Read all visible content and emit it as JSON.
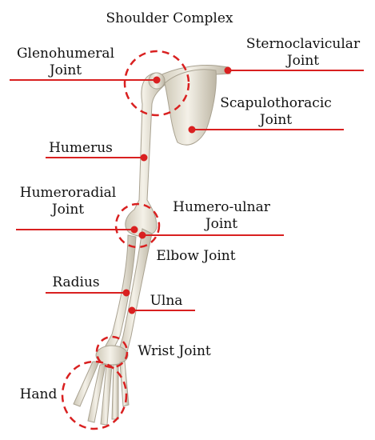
{
  "title": "Shoulder Complex",
  "labels": {
    "glenohumeral_1": "Glenohumeral",
    "glenohumeral_2": "Joint",
    "sternoclavicular_1": "Sternoclavicular",
    "sternoclavicular_2": "Joint",
    "scapulothoracic_1": "Scapulothoracic",
    "scapulothoracic_2": "Joint",
    "humerus": "Humerus",
    "humeroradial_1": "Humeroradial",
    "humeroradial_2": "Joint",
    "humeroulnar_1": "Humero-ulnar",
    "humeroulnar_2": "Joint",
    "elbow": "Elbow Joint",
    "radius": "Radius",
    "ulna": "Ulna",
    "wrist": "Wrist Joint",
    "hand": "Hand"
  },
  "colors": {
    "leader_line": "#d92020",
    "joint_marker": "#d92020",
    "bone_fill": "#ece8dc",
    "bone_stroke": "#a9a291"
  }
}
